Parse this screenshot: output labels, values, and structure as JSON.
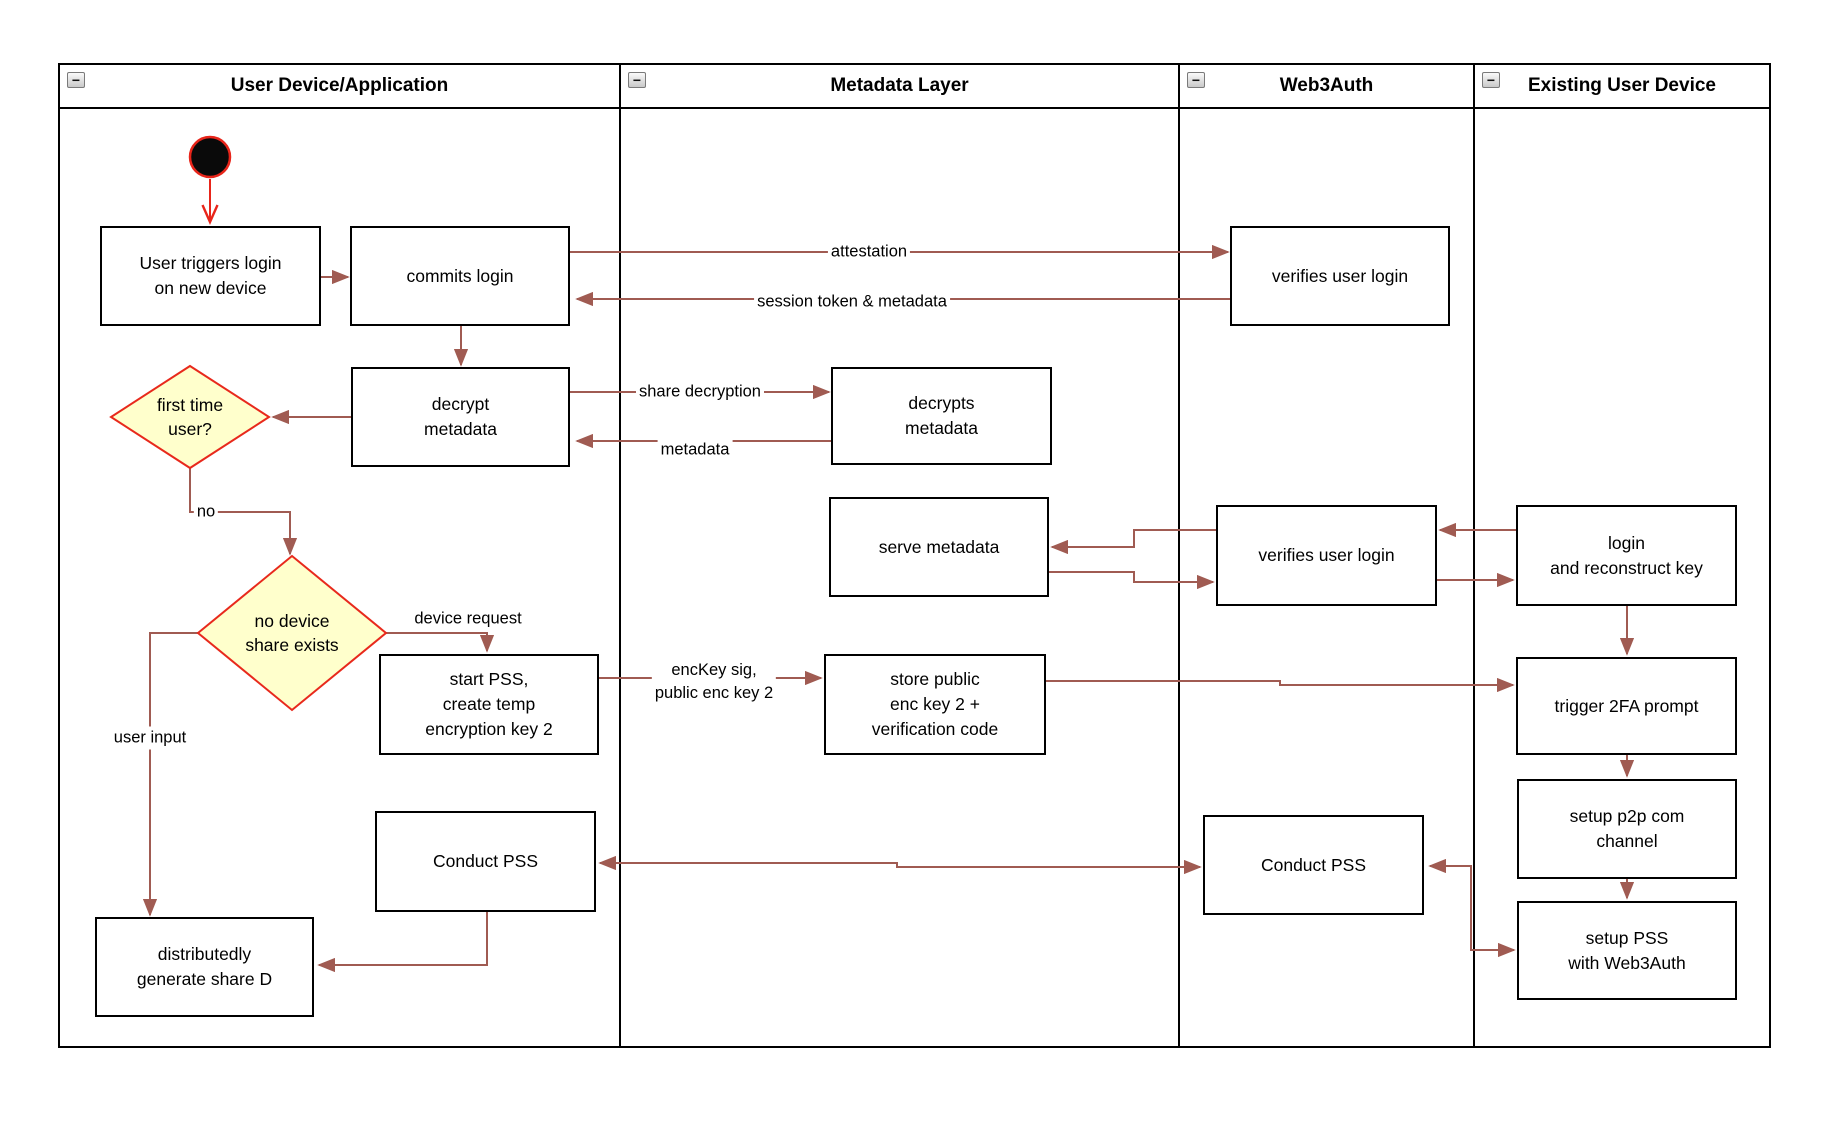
{
  "lanes": [
    {
      "title": "User Device/Application"
    },
    {
      "title": "Metadata Layer"
    },
    {
      "title": "Web3Auth"
    },
    {
      "title": "Existing User Device"
    }
  ],
  "collapse_glyph": "−",
  "nodes": {
    "user_triggers": "User triggers login\non new device",
    "commits_login": "commits login",
    "verifies_user_login_1": "verifies user login",
    "decrypt_metadata": "decrypt\nmetadata",
    "decrypts_metadata": "decrypts\nmetadata",
    "first_time_user": "first time\nuser?",
    "serve_metadata": "serve metadata",
    "verifies_user_login_2": "verifies user login",
    "login_reconstruct": "login\nand reconstruct key",
    "no_device_share": "no device\nshare exists",
    "start_pss": "start PSS,\ncreate temp\nencryption key 2",
    "store_public": "store public\nenc key 2 +\nverification code",
    "trigger_2fa": "trigger 2FA prompt",
    "setup_p2p": "setup p2p com\nchannel",
    "setup_pss": "setup PSS\nwith Web3Auth",
    "conduct_pss_left": "Conduct PSS",
    "conduct_pss_right": "Conduct PSS",
    "distributed_share": "distributedly\ngenerate share D"
  },
  "edge_labels": {
    "attestation": "attestation",
    "session_token": "session token & metadata",
    "share_decryption": "share decryption",
    "metadata": "metadata",
    "no": "no",
    "device_request": "device request",
    "enc_key": "encKey sig,\npublic enc key 2",
    "user_input": "user input"
  },
  "colors": {
    "connector": "#a05b52",
    "accent_red": "#e8251a",
    "decision_fill": "#ffffcc",
    "decision_border": "#e8291c",
    "node_border": "#000000",
    "lane_border": "#000000"
  }
}
